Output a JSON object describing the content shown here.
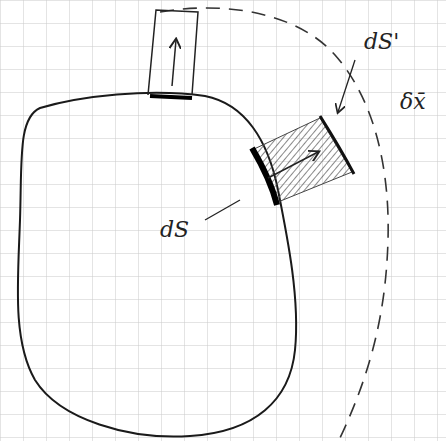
{
  "diagram": {
    "labels": [
      "dS'",
      "δx̄",
      "dS"
    ]
  }
}
